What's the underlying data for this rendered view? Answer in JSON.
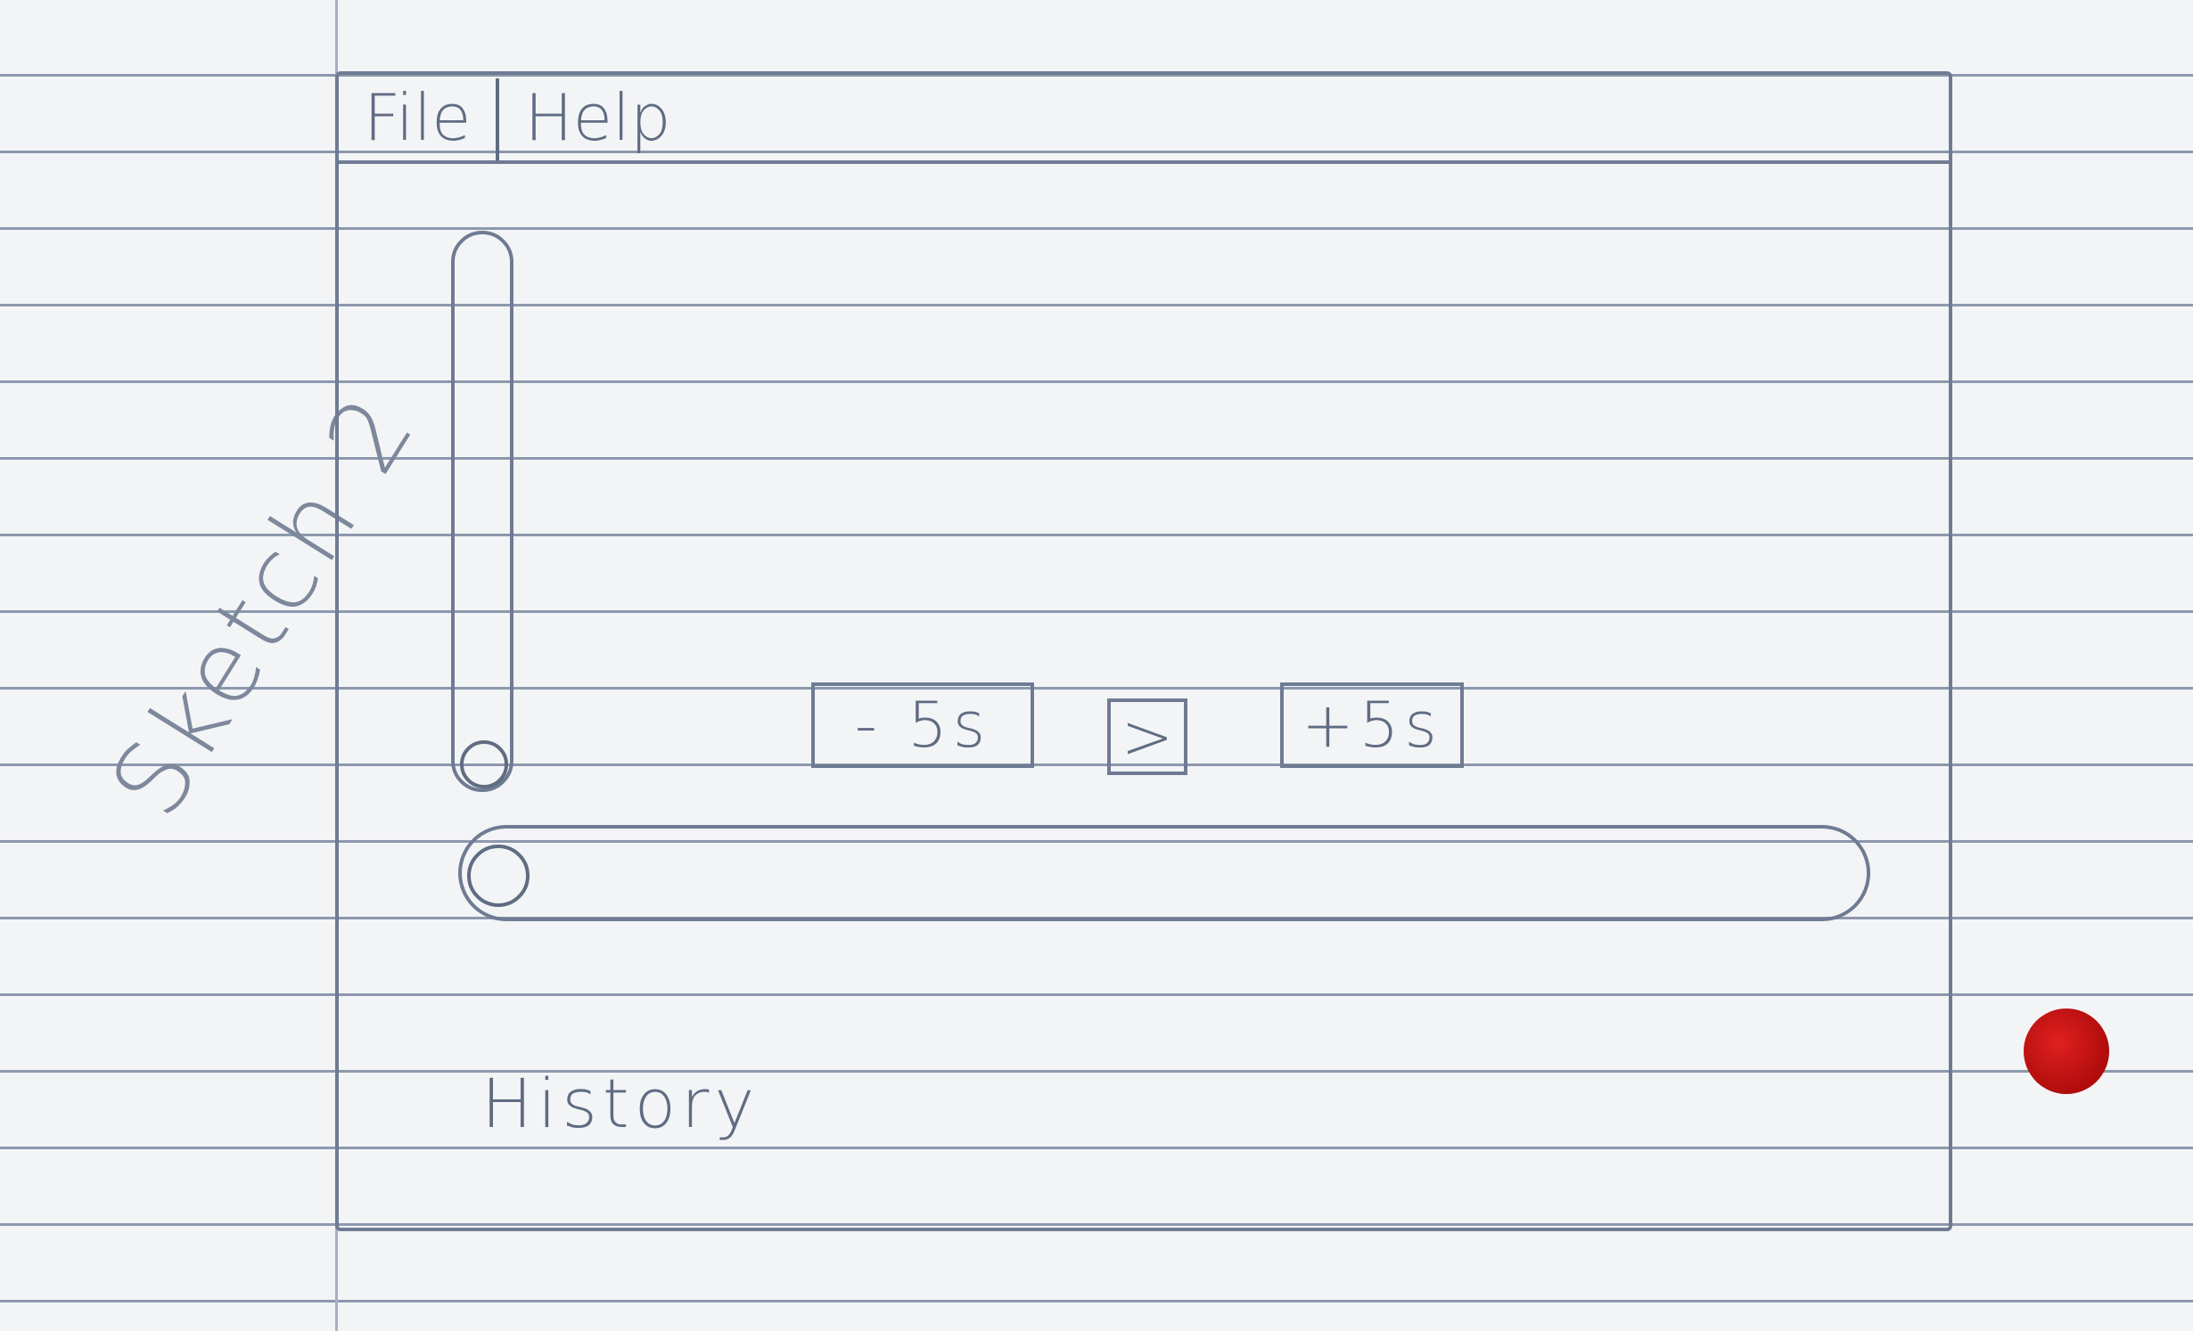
{
  "annotation": {
    "sketch_label": "Sketch 2"
  },
  "menu": {
    "file": "File",
    "help": "Help"
  },
  "controls": {
    "back_label": "- 5s",
    "play_label": ">",
    "forward_label": "+5s"
  },
  "sliders": {
    "vertical_level": 0,
    "horizontal_position": 0
  },
  "history": {
    "label": "History"
  },
  "colors": {
    "pencil": "#5f6c82",
    "paper": "#f3f4f6",
    "rule_lines": "#8d98ad",
    "hole": "#c81414"
  }
}
